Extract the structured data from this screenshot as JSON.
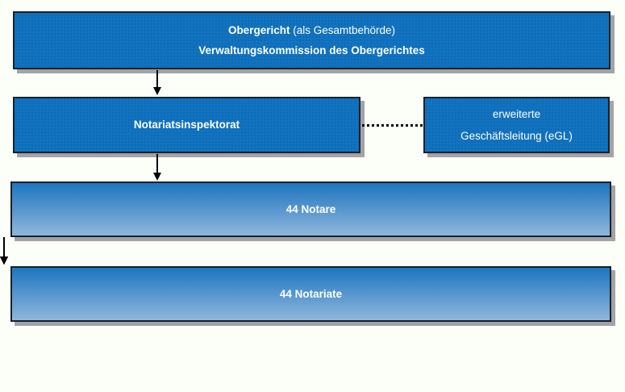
{
  "colors": {
    "box_fill": "#1173bf",
    "box_border": "#14212b",
    "gradient_top": "#1d76bf",
    "gradient_bottom": "#90b6dc",
    "shadow": "#a3a3a3",
    "background": "#fcfef8",
    "text": "#ffffff",
    "connector": "#000000"
  },
  "boxes": {
    "obergericht": {
      "line1_bold": "Obergericht",
      "line1_regular": "(als Gesamtbehörde)",
      "line2": "Verwaltungskommission des Obergerichtes"
    },
    "inspektorat": {
      "label": "Notariatsinspektorat"
    },
    "egl": {
      "line1": "erweiterte",
      "line2": "Geschäftsleitung (eGL)"
    },
    "notare": {
      "label": "44 Notare"
    },
    "notariate": {
      "label": "44 Notariate"
    }
  }
}
